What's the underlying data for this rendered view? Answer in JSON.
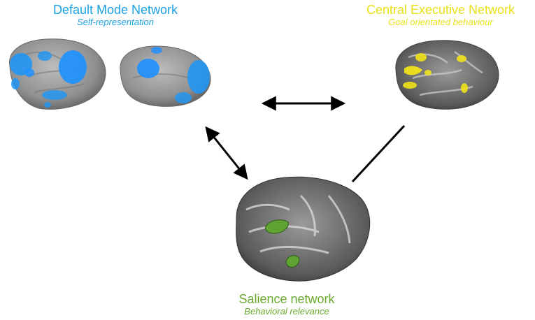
{
  "networks": {
    "dmn": {
      "title": "Default Mode Network",
      "subtitle": "Self-representation",
      "color": "#1ba1e2"
    },
    "cen": {
      "title": "Central Executive Network",
      "subtitle": "Goal orientated behaviour",
      "color": "#e8e019"
    },
    "sal": {
      "title": "Salience network",
      "subtitle": "Behavioral relevance",
      "color": "#6aa82d"
    }
  },
  "connections": [
    {
      "from": "dmn",
      "to": "cen",
      "style": "double-arrow"
    },
    {
      "from": "dmn",
      "to": "sal",
      "style": "double-arrow"
    },
    {
      "from": "cen",
      "to": "sal",
      "style": "line"
    }
  ],
  "images": {
    "dmn": "brain surfaces with blue activation (lateral and medial views)",
    "cen": "brain surface with yellow activation",
    "sal": "brain section with green insula and cingulate regions"
  }
}
